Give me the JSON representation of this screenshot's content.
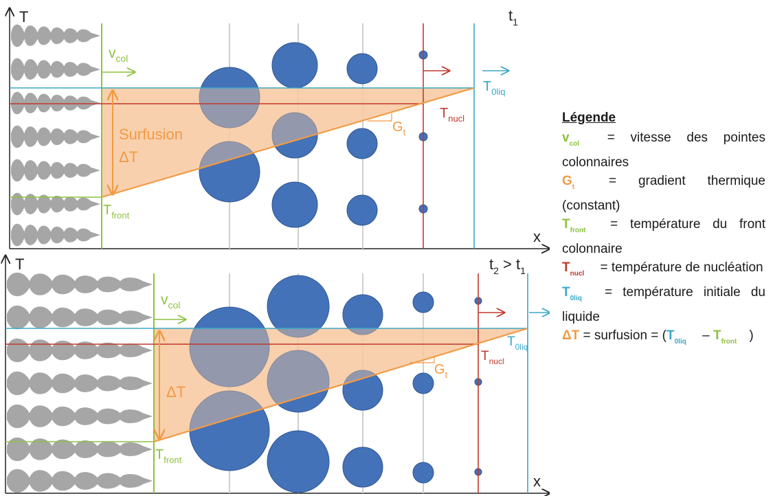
{
  "colors": {
    "green": "#8dc13f",
    "orange": "#f29a44",
    "red": "#c0392b",
    "cyan": "#3aa7c9",
    "bubble": "#4472b8",
    "dendrite": "#a6a6a6"
  },
  "axes": {
    "y_label": "T",
    "x_label": "x"
  },
  "panel_top": {
    "time_label": "t",
    "time_sub": "1",
    "vcol": {
      "main": "v",
      "sub": "col"
    },
    "surfusion": "Surfusion",
    "delta_t": "ΔT",
    "gt": {
      "main": "G",
      "sub": "t"
    },
    "tnucl": {
      "main": "T",
      "sub": "nucl"
    },
    "tfront": {
      "main": "T",
      "sub": "front"
    },
    "toliq": {
      "main": "T",
      "sub": "0liq"
    }
  },
  "panel_bottom": {
    "time_label": "t",
    "time_sub": "2",
    "time_rel": " > t",
    "time_rel_sub": "1",
    "vcol": {
      "main": "v",
      "sub": "col"
    },
    "delta_t": "ΔT",
    "gt": {
      "main": "G",
      "sub": "t"
    },
    "tnucl": {
      "main": "T",
      "sub": "nucl"
    },
    "tfront": {
      "main": "T",
      "sub": "front"
    },
    "toliq": {
      "main": "T",
      "sub": "0liq"
    }
  },
  "legend": {
    "title": "Légende",
    "vcol": {
      "sym": "v",
      "sub": "col",
      "text": " = vitesse des pointes colonnaires"
    },
    "gt": {
      "sym": "G",
      "sub": "t",
      "text": " = gradient thermique (constant)"
    },
    "tfront": {
      "sym": "T",
      "sub": "front",
      "text": " = température du front colonnaire"
    },
    "tnucl": {
      "sym": "T",
      "sub": "nucl",
      "text": " = température de nucléation"
    },
    "toliq": {
      "sym": "T",
      "sub": "0liq",
      "text": " = température initiale du liquide"
    },
    "deltat": {
      "sym": "ΔT",
      "text1": " = surfusion = (",
      "t1": "T",
      "t1_sub": "0liq",
      "minus": " – ",
      "t2": "T",
      "t2_sub": "front",
      "close": ")"
    }
  }
}
